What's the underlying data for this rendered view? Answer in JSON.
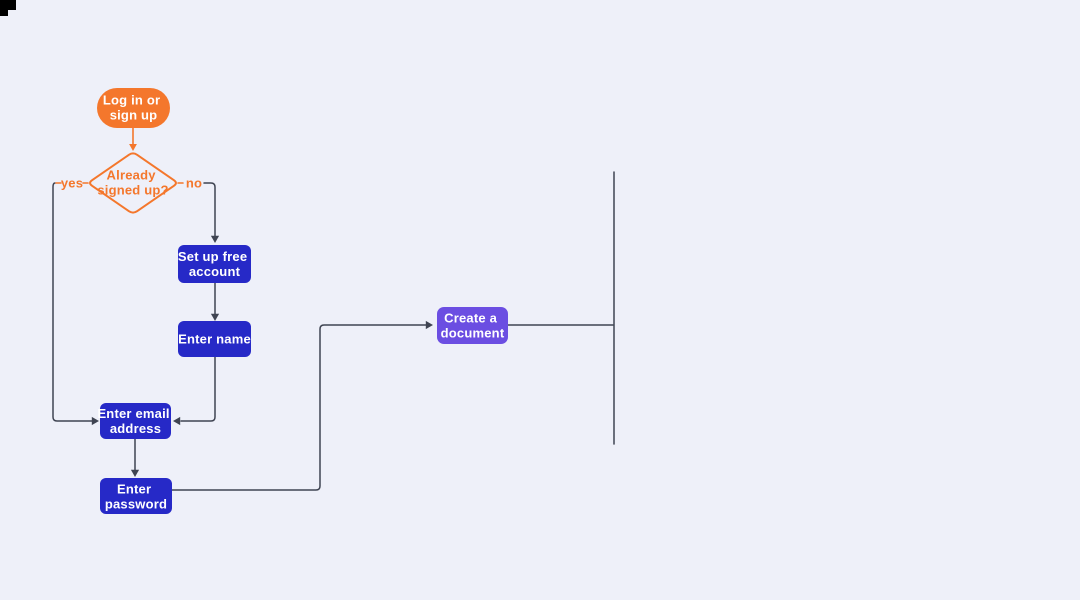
{
  "canvas": {
    "background": "#eef0f9",
    "corner_mark_color": "#000000"
  },
  "colors": {
    "orange": "#f4772c",
    "blue": "#2629c7",
    "purple": "#6b4ee2",
    "edge": "#3f4452",
    "node_text": "#ffffff"
  },
  "nodes": {
    "login": {
      "line1": "Log in or",
      "line2": "sign up"
    },
    "decision": {
      "line1": "Already",
      "line2": "signed up?"
    },
    "setup_account": {
      "line1": "Set up free",
      "line2": "account"
    },
    "enter_name": {
      "line1": "Enter name"
    },
    "enter_email": {
      "line1": "Enter email",
      "line2": "address"
    },
    "enter_password": {
      "line1": "Enter",
      "line2": "password"
    },
    "create_document": {
      "line1": "Create a",
      "line2": "document"
    }
  },
  "edge_labels": {
    "yes": "yes",
    "no": "no"
  }
}
